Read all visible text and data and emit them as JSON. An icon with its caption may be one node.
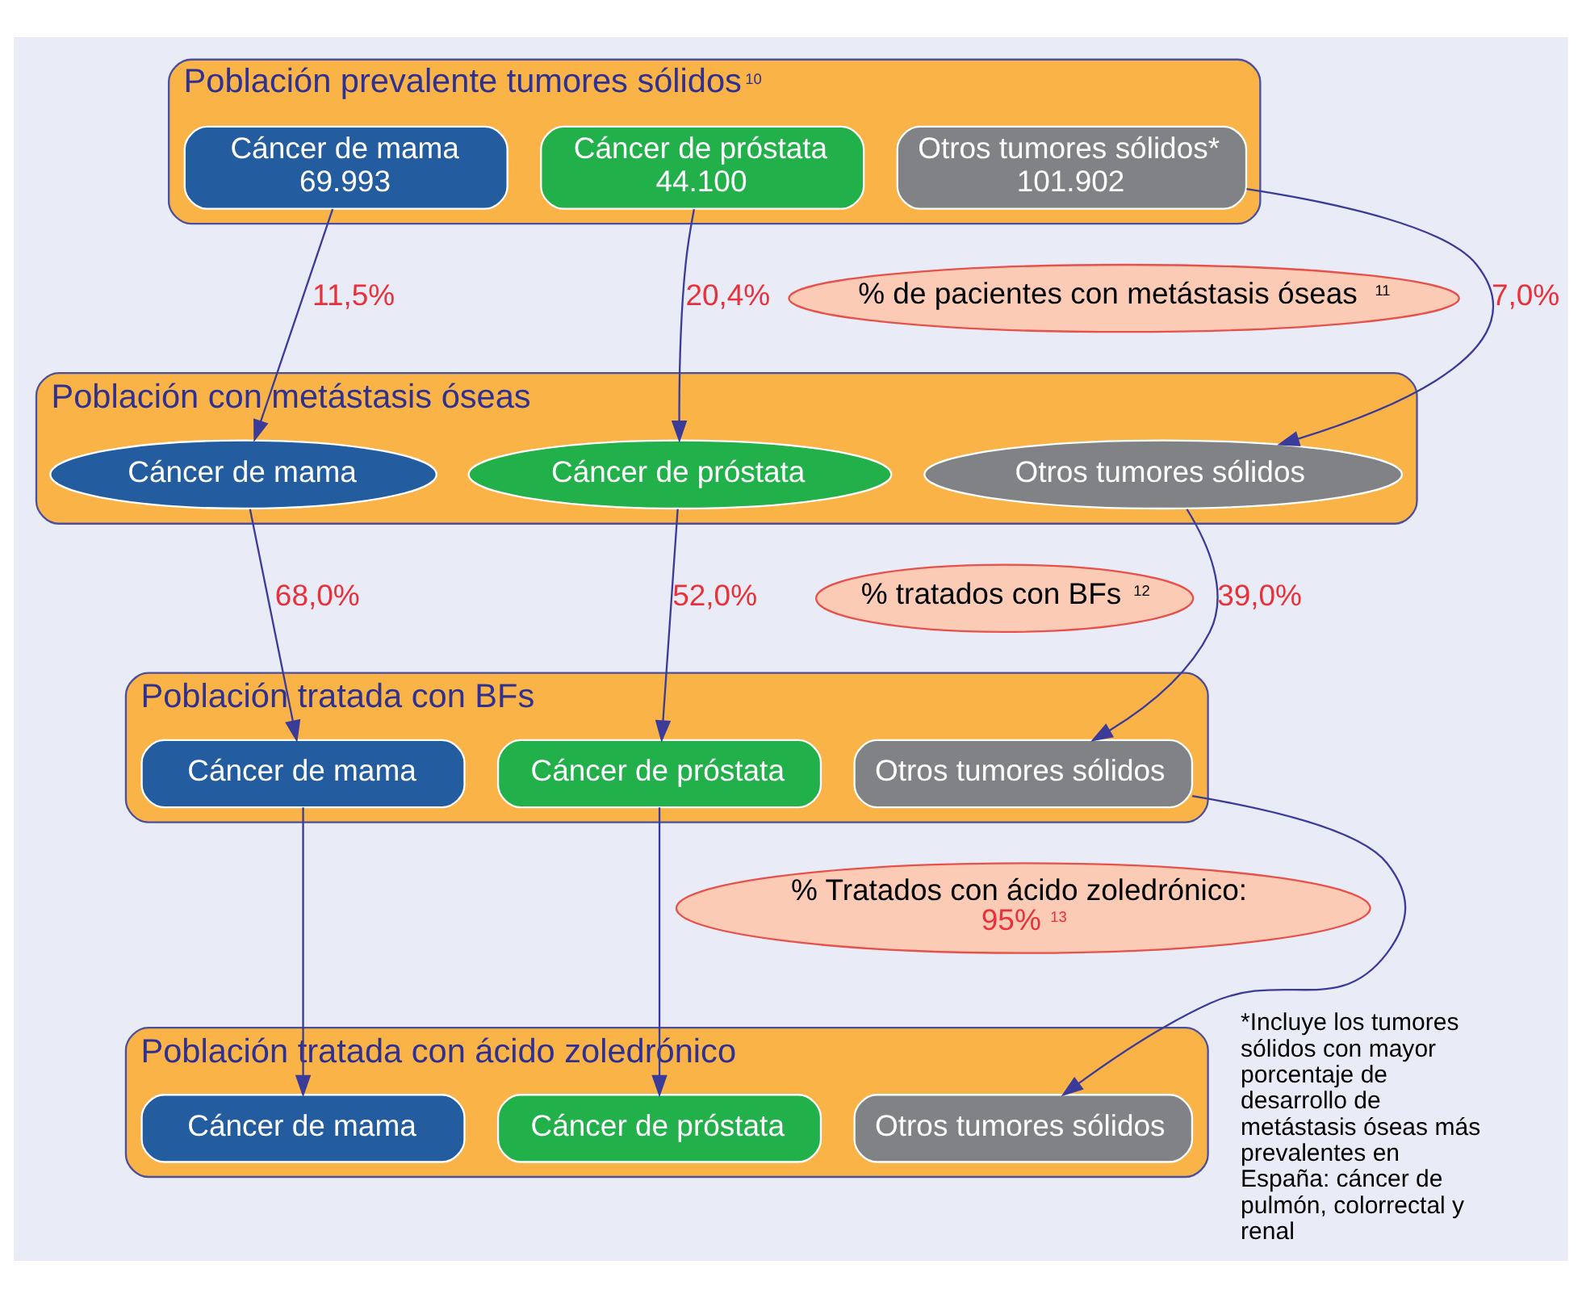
{
  "diagram": {
    "nodes": [
      {
        "text": [
          "Población prevalente tumores sólidos$^{10}$"
        ]
      },
      {
        "text": [
          "Cáncer de mama",
          "69.993"
        ],
        "in": 0
      },
      {
        "text": [
          "Cáncer de próstata",
          "44.100"
        ],
        "in": 0
      },
      {
        "text": [
          "Otros tumores sólidos*",
          "101.902"
        ],
        "in": 0
      },
      {
        "text": [
          "% de pacientes con metástasis óseas$^{11}$"
        ]
      },
      {
        "text": [
          "Población con metástasis óseas"
        ]
      },
      {
        "text": [
          "Cáncer de mama"
        ],
        "in": 5
      },
      {
        "text": [
          "Cáncer de próstata"
        ],
        "in": 5
      },
      {
        "text": [
          "Otros tumores sólidos"
        ],
        "in": 5
      },
      {
        "text": [
          "% tratados con BFs$^{12}$"
        ]
      },
      {
        "text": [
          "Población tratada con BFs"
        ]
      },
      {
        "text": [
          "Cáncer de mama"
        ],
        "in": 10
      },
      {
        "text": [
          "Cáncer de próstata"
        ],
        "in": 10
      },
      {
        "text": [
          "Otros tumores sólidos"
        ],
        "in": 10
      },
      {
        "text": [
          "% Tratados con ácido zoledrónico:",
          "95%$^{13}$"
        ]
      },
      {
        "text": [
          "Población tratada con ácido zoledrónico"
        ]
      },
      {
        "text": [
          "Cáncer de mama"
        ],
        "in": 15
      },
      {
        "text": [
          "Cáncer de próstata"
        ],
        "in": 15
      },
      {
        "text": [
          "Otros tumores sólidos"
        ],
        "in": 15
      }
    ],
    "edges": [
      {
        "from": 1,
        "to": 6,
        "arrow": "to",
        "label": "11,5%"
      },
      {
        "from": 2,
        "to": 7,
        "arrow": "to",
        "label": "20,4%"
      },
      {
        "from": 3,
        "to": 8,
        "arrow": "to",
        "label": "7,0%"
      },
      {
        "from": 6,
        "to": 11,
        "arrow": "to",
        "label": "68,0%"
      },
      {
        "from": 7,
        "to": 12,
        "arrow": "to",
        "label": "52,0%"
      },
      {
        "from": 8,
        "to": 13,
        "arrow": "to",
        "label": "39,0%"
      },
      {
        "from": 11,
        "to": 16,
        "arrow": "to"
      },
      {
        "from": 12,
        "to": 17,
        "arrow": "to"
      },
      {
        "from": 13,
        "to": 18,
        "arrow": "to"
      }
    ],
    "labels": [
      "*Incluye los tumores sólidos con mayor porcentaje de desarrollo de metástasis óseas más prevalentes en España: cáncer de pulmón, colorrectal y renal"
    ]
  }
}
